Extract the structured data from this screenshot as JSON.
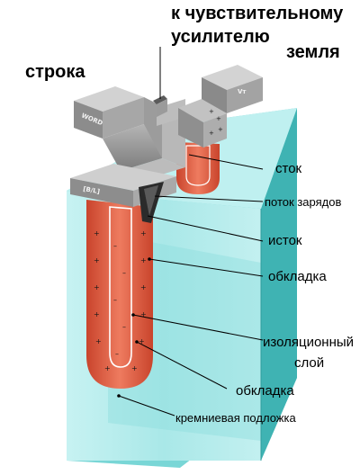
{
  "labels": {
    "to_sense_amp_line1": "к чувствительному",
    "to_sense_amp_line2": "усилителю",
    "ground": "земля",
    "row": "строка",
    "drain": "сток",
    "charge_flow": "поток зарядов",
    "source": "исток",
    "plate_upper": "обкладка",
    "insulating_line1": "изоляционный",
    "insulating_line2": "слой",
    "plate_lower": "обкладка",
    "substrate": "кремниевая подложка"
  },
  "chip_text": {
    "word": "WORD",
    "bl": "[B/L]",
    "vt": "Vт"
  },
  "colors": {
    "substrate_cyan": "#79d6d6",
    "substrate_dark": "#3fb3b3",
    "substrate_light": "#b6eeee",
    "plate_orange": "#e2664a",
    "line_gray": "#9a9a9a",
    "line_dark": "#6f6f6f"
  }
}
